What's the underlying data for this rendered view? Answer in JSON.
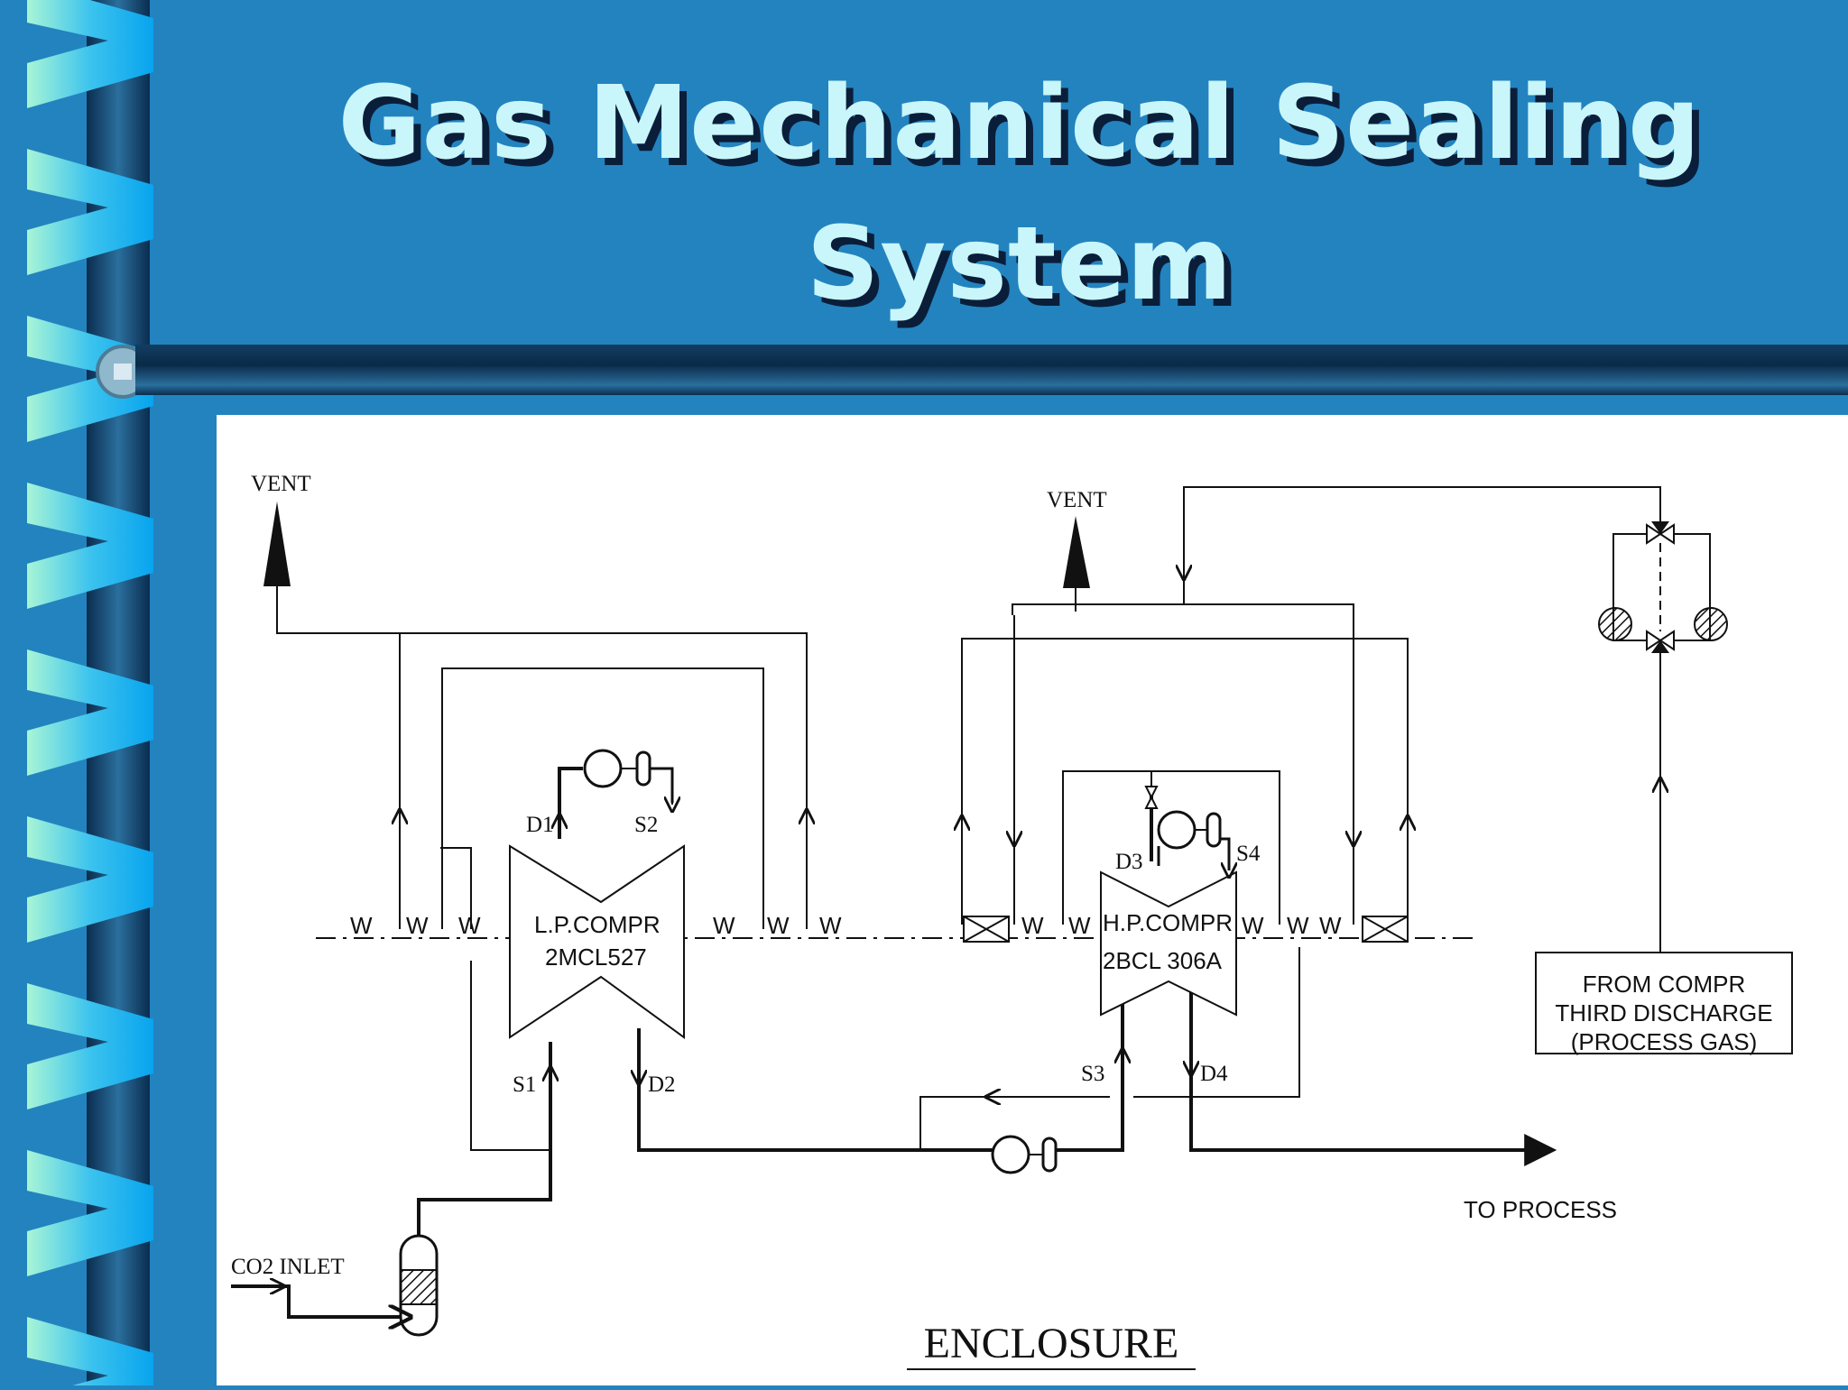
{
  "title": {
    "line1": "Gas Mechanical Sealing",
    "line2": "System"
  },
  "diagram": {
    "vent_left": "VENT",
    "vent_right": "VENT",
    "lp_compressor": {
      "name": "L.P.COMPR",
      "model": "2MCL527"
    },
    "hp_compressor": {
      "name": "H.P.COMPR",
      "model": "2BCL 306A"
    },
    "labels": {
      "d1": "D1",
      "s2": "S2",
      "s1": "S1",
      "d2": "D2",
      "d3": "D3",
      "s4": "S4",
      "s3": "S3",
      "d4": "D4",
      "w": "W"
    },
    "co2_inlet": "CO2 INLET",
    "to_process": "TO PROCESS",
    "from_compr": {
      "line1": "FROM COMPR",
      "line2": "THIRD DISCHARGE",
      "line3": "(PROCESS GAS)"
    },
    "enclosure": "ENCLOSURE"
  },
  "colors": {
    "background": "#2383bf",
    "title_fill": "#c9f6fa",
    "title_shadow": "#0a1e3a",
    "bar": "#0b3d66",
    "ribbon_light": "#9ff0d4",
    "ribbon_blue": "#0fb0f0"
  }
}
